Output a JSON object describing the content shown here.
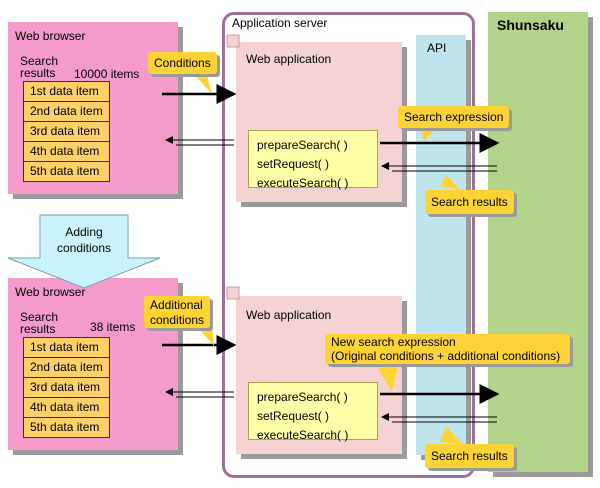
{
  "top_panel": {
    "browser_title": "Web browser",
    "results_label_line1": "Search",
    "results_label_line2": "results",
    "results_count": "10000 items",
    "items": [
      "1st data item",
      "2nd data item",
      "3rd data item",
      "4th data item",
      "5th data item"
    ],
    "conditions_callout": "Conditions",
    "webapp_title": "Web application",
    "methods": [
      "prepareSearch( )",
      "setRequest( )",
      "executeSearch( )"
    ],
    "search_expression_callout": "Search expression",
    "search_results_callout": "Search results"
  },
  "middle": {
    "app_server_title": "Application server",
    "api_label": "API",
    "shunsaku_label": "Shunsaku",
    "adding_conditions_line1": "Adding",
    "adding_conditions_line2": "conditions"
  },
  "bottom_panel": {
    "browser_title": "Web browser",
    "results_label_line1": "Search",
    "results_label_line2": "results",
    "results_count": "38 items",
    "items": [
      "1st data item",
      "2nd data item",
      "3rd data item",
      "4th data item",
      "5th data item"
    ],
    "conditions_callout_line1": "Additional",
    "conditions_callout_line2": "conditions",
    "webapp_title": "Web application",
    "methods": [
      "prepareSearch( )",
      "setRequest( )",
      "executeSearch( )"
    ],
    "new_expression_line1": "New search expression",
    "new_expression_line2": "(Original conditions + additional conditions)",
    "search_results_callout": "Search results"
  },
  "colors": {
    "browser": "#f49bcb",
    "web_application": "#f6d3d3",
    "api": "#bfe6ee",
    "shunsaku": "#b2d48a",
    "callout": "#fdd335",
    "method_box": "#ffffa8",
    "data_item": "#fdd06a",
    "app_server_border": "#a06f97"
  }
}
